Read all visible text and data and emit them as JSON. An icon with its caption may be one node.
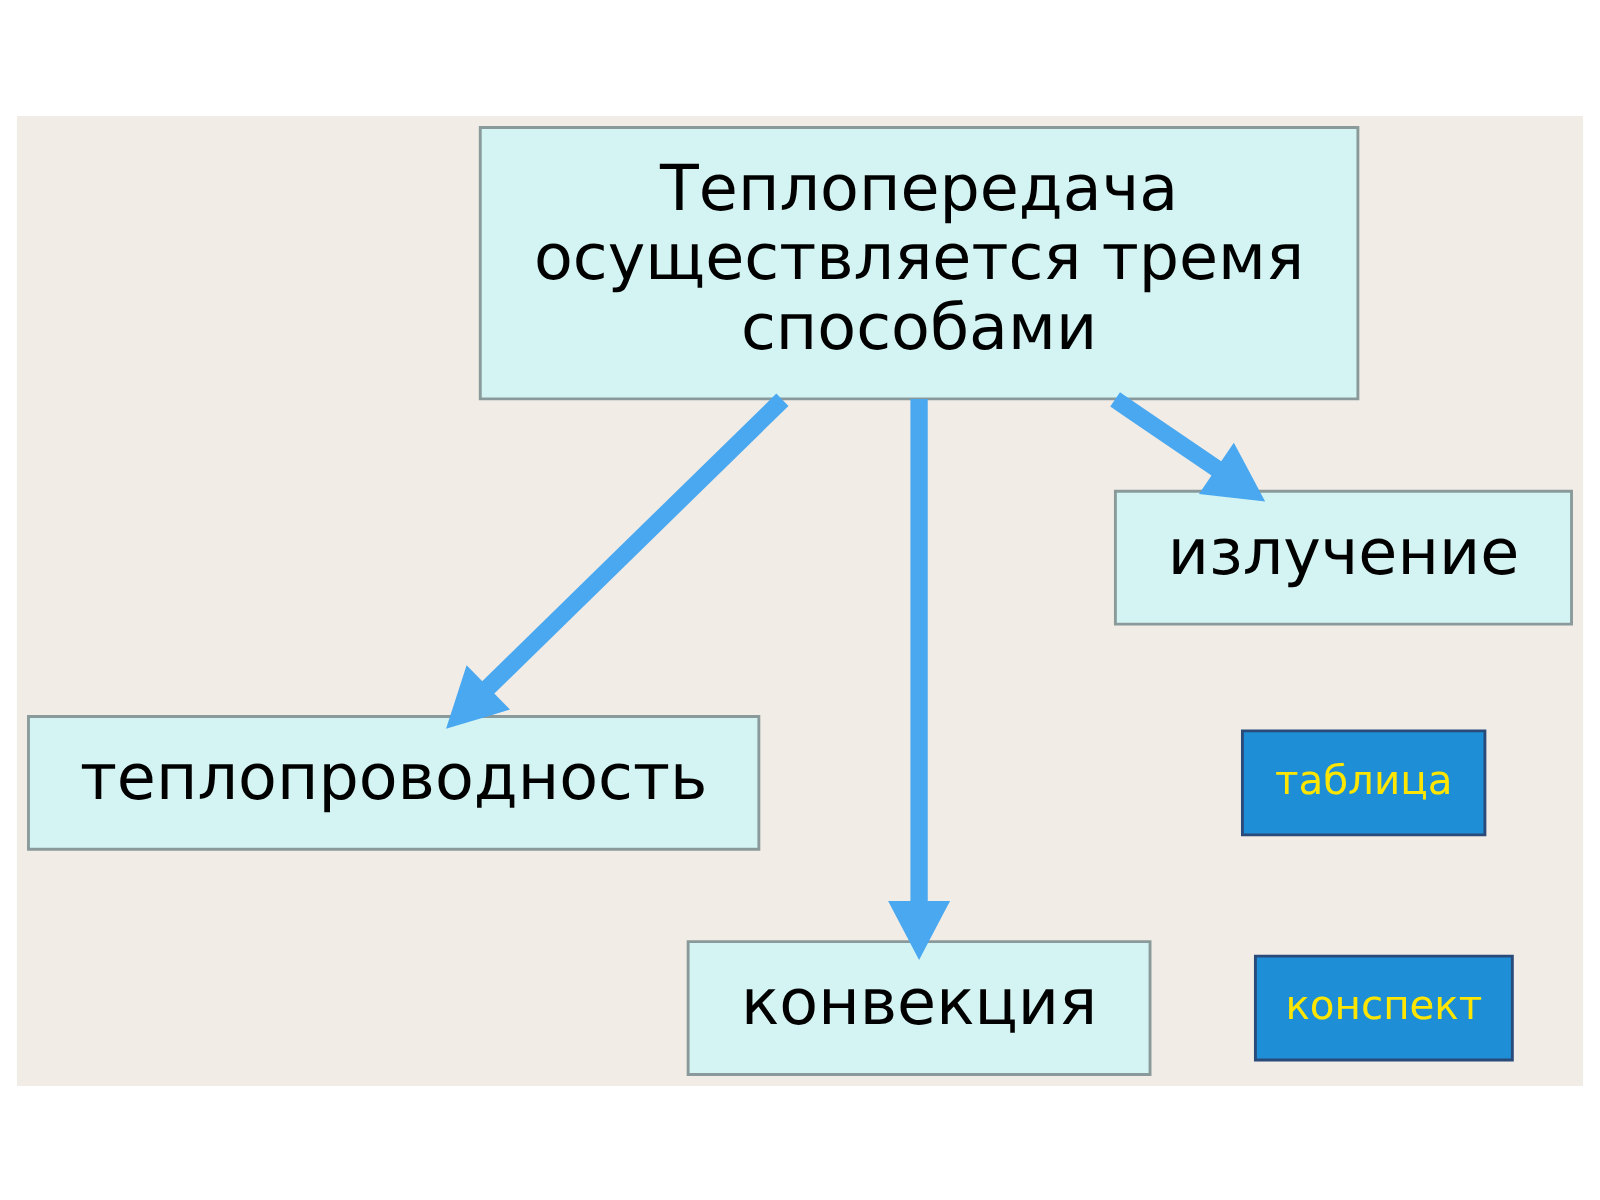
{
  "diagram": {
    "nodes": [
      {
        "text": [
          "Теплопередача осуществляется тремя способами"
        ]
      },
      {
        "text": [
          "теплопроводность"
        ]
      },
      {
        "text": [
          "конвекция"
        ]
      },
      {
        "text": [
          "излучение"
        ]
      },
      {
        "text": [
          "таблица"
        ]
      },
      {
        "text": [
          "конспект"
        ]
      }
    ],
    "edges": [
      {
        "from": 0,
        "to": 1,
        "arrow": "to"
      },
      {
        "from": 0,
        "to": 2,
        "arrow": "to"
      },
      {
        "from": 0,
        "to": 3,
        "arrow": "to"
      }
    ]
  }
}
